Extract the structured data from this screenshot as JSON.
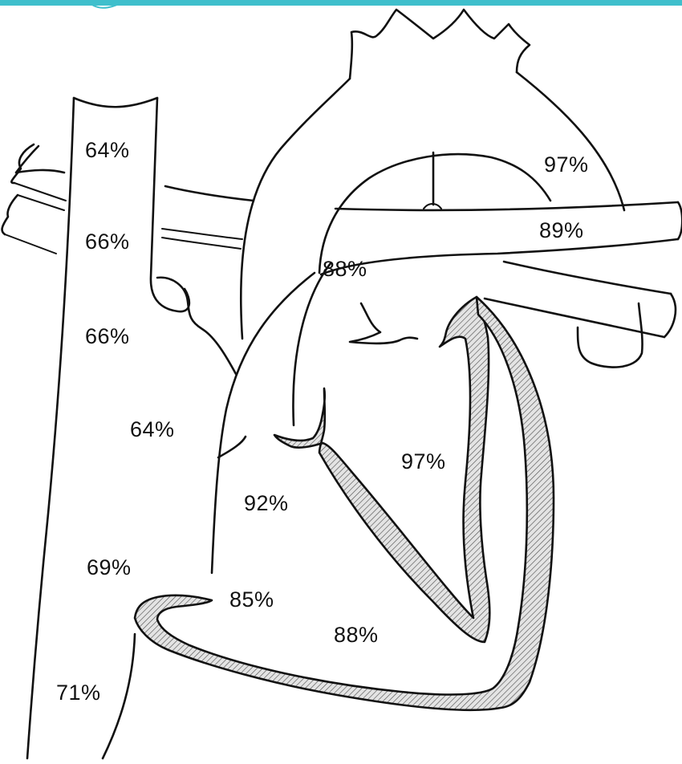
{
  "banner": {
    "color": "#3fbfcc"
  },
  "labels": {
    "svc_upper": "64%",
    "svc_mid": "66%",
    "ra_upper": "66%",
    "ra_mid": "64%",
    "ra_lower": "69%",
    "ivc": "71%",
    "aorta": "97%",
    "pulmonary_artery": "89%",
    "pa_root": "88%",
    "left_ventricle": "97%",
    "right_atrium_inner": "92%",
    "tricuspid": "85%",
    "right_ventricle": "88%"
  }
}
